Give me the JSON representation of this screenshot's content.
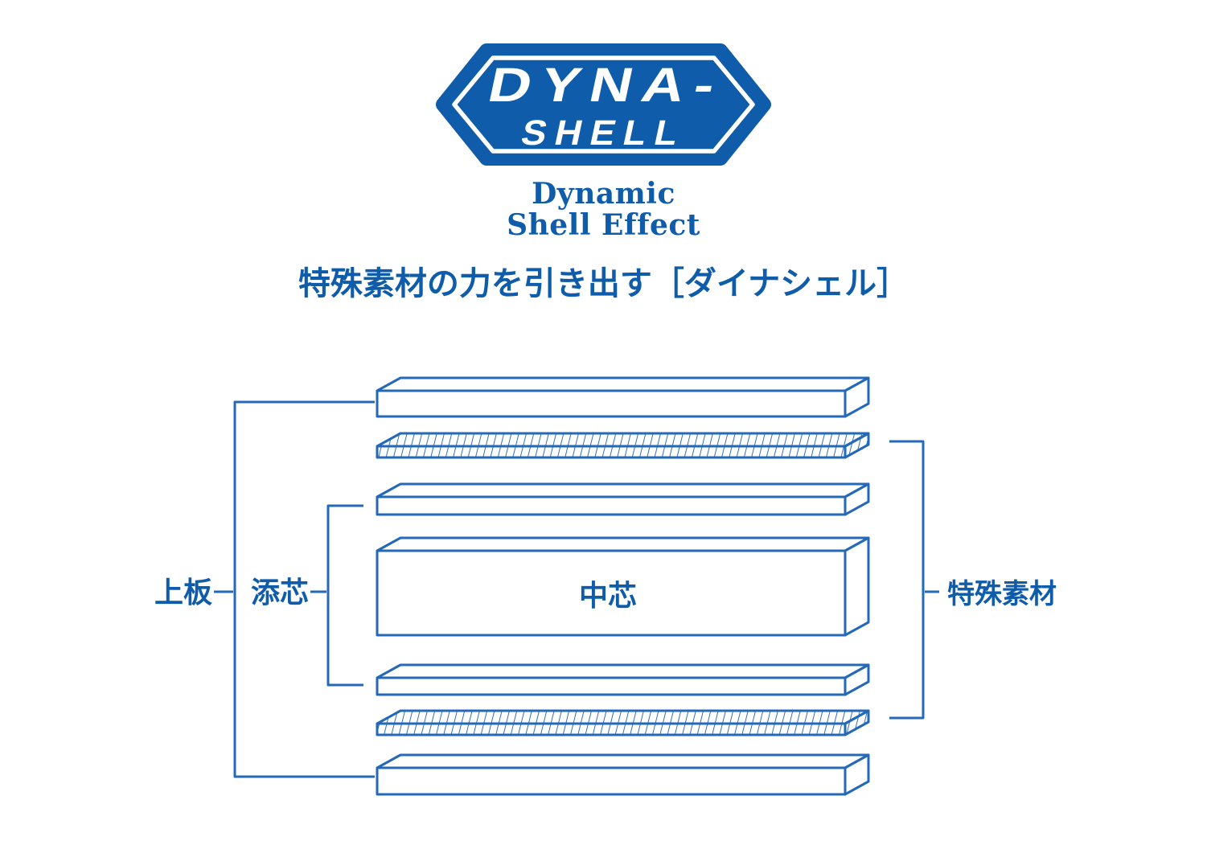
{
  "logo": {
    "badge_line1": "DYNA-",
    "badge_line2": "SHELL",
    "subtitle_line1": "Dynamic",
    "subtitle_line2": "Shell Effect"
  },
  "tagline": "特殊素材の力を引き出す［ダイナシェル］",
  "colors": {
    "brand_blue": "#0f5cab",
    "line_blue": "#2469b8",
    "badge_text": "#ffffff",
    "background": "#ffffff"
  },
  "diagram": {
    "labels": {
      "top_plate": "上板",
      "added_core": "添芯",
      "center_core": "中芯",
      "special_material": "特殊素材"
    },
    "layers": [
      {
        "name": "top-plate-upper",
        "label": "上板",
        "hatched": false
      },
      {
        "name": "special-material-upper",
        "label": "特殊素材",
        "hatched": true
      },
      {
        "name": "added-core-upper",
        "label": "添芯",
        "hatched": false
      },
      {
        "name": "center-core",
        "label": "中芯",
        "hatched": false
      },
      {
        "name": "added-core-lower",
        "label": "添芯",
        "hatched": false
      },
      {
        "name": "special-material-lower",
        "label": "特殊素材",
        "hatched": true
      },
      {
        "name": "top-plate-lower",
        "label": "上板",
        "hatched": false
      }
    ]
  }
}
